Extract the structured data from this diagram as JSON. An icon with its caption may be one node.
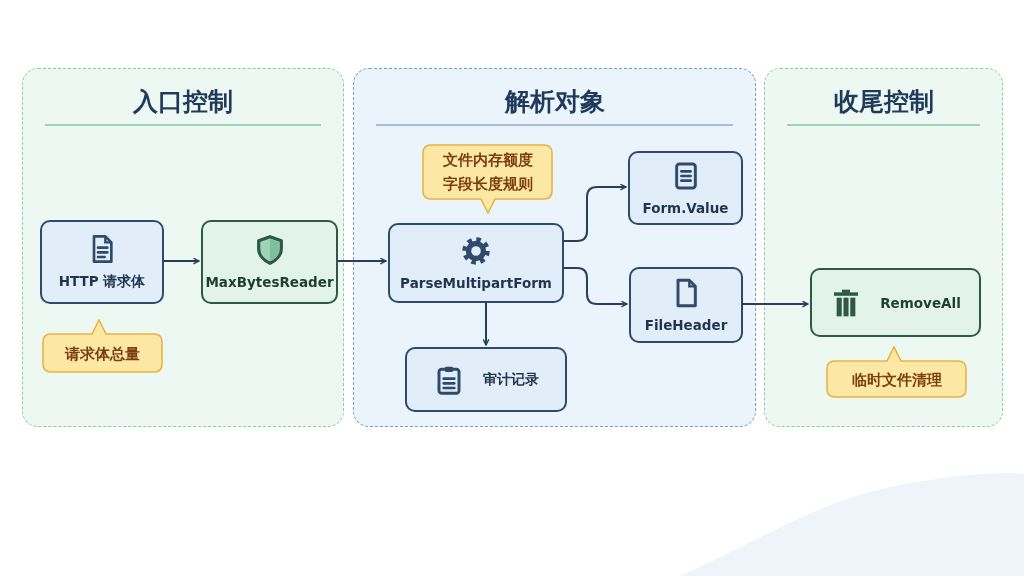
{
  "diagram": {
    "nodes": [
      {
        "text": [
          "入口控制"
        ]
      },
      {
        "text": [
          "HTTP 请求体"
        ],
        "in": 0
      },
      {
        "text": [
          "MaxBytesReader"
        ],
        "in": 0
      },
      {
        "text": [
          "请求体总量"
        ],
        "in": 0
      },
      {
        "text": [
          "解析对象"
        ]
      },
      {
        "text": [
          "文件内存额度",
          "字段长度规则"
        ],
        "in": 4
      },
      {
        "text": [
          "ParseMultipartForm"
        ],
        "in": 4
      },
      {
        "text": [
          "Form.Value"
        ],
        "in": 4
      },
      {
        "text": [
          "FileHeader"
        ],
        "in": 4
      },
      {
        "text": [
          "审计记录"
        ],
        "in": 4
      },
      {
        "text": [
          "收尾控制"
        ]
      },
      {
        "text": [
          "RemoveAll"
        ],
        "in": 10
      },
      {
        "text": [
          "临时文件清理"
        ],
        "in": 10
      }
    ],
    "edges": [
      {
        "from": 1,
        "to": 2,
        "arrow": "to"
      },
      {
        "from": 2,
        "to": 6,
        "arrow": "to"
      },
      {
        "from": 6,
        "to": 7,
        "arrow": "to"
      },
      {
        "from": 6,
        "to": 8,
        "arrow": "to"
      },
      {
        "from": 6,
        "to": 9,
        "arrow": "to"
      },
      {
        "from": 8,
        "to": 11,
        "arrow": "to"
      }
    ]
  }
}
